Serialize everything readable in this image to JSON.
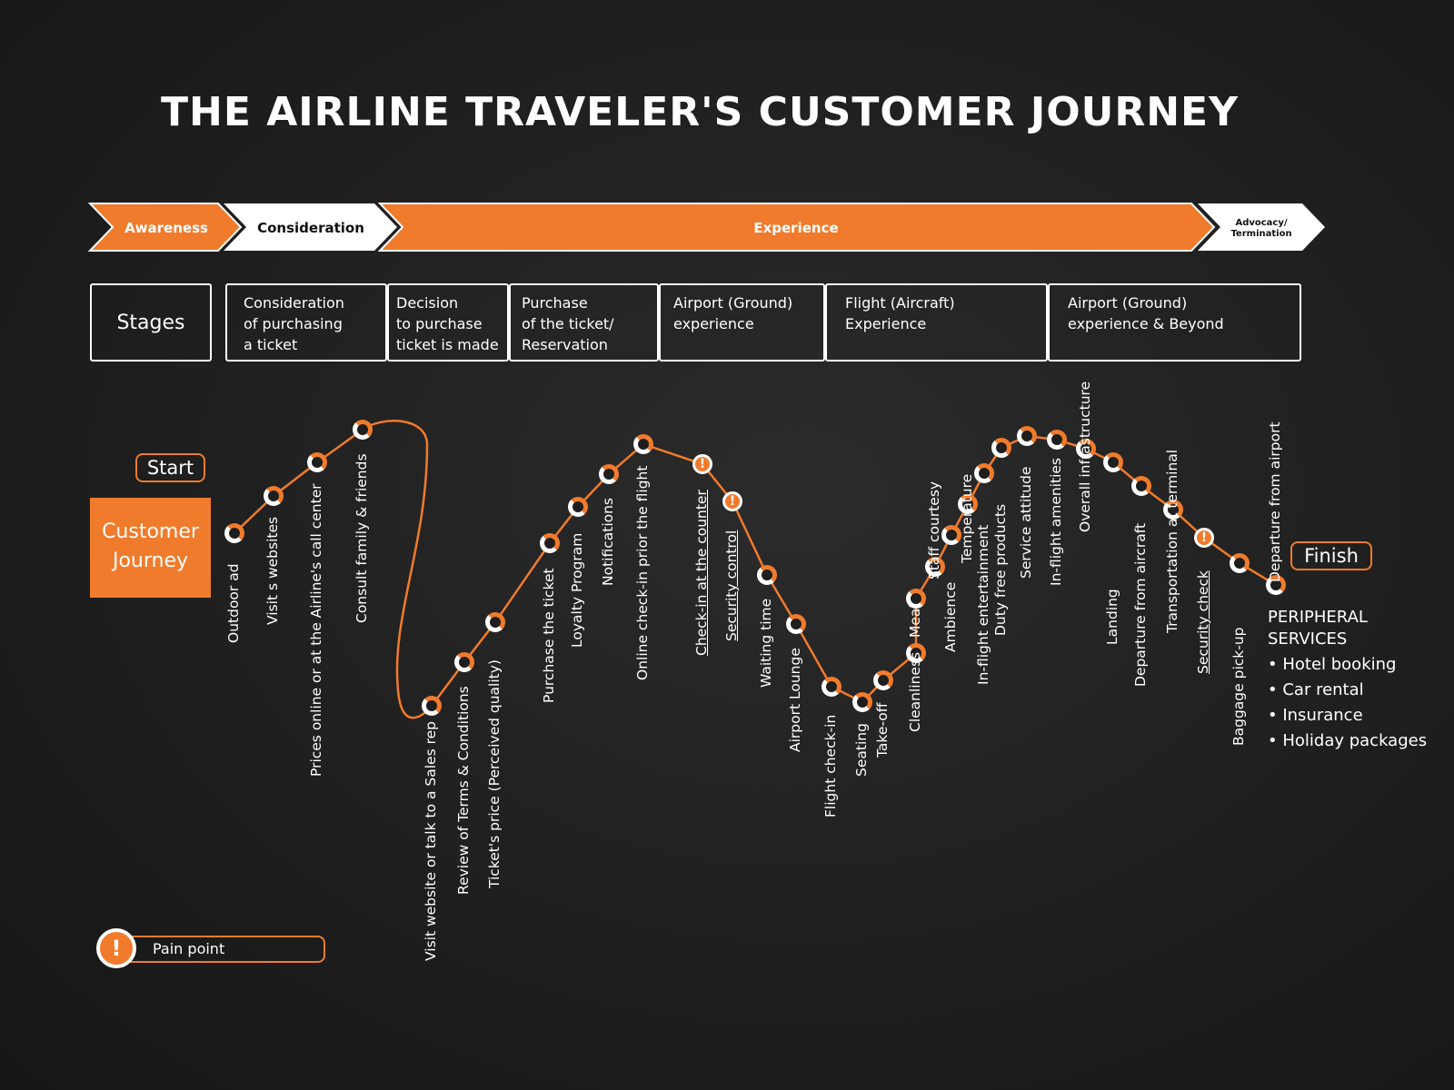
{
  "title": "THE AIRLINE TRAVELER'S CUSTOMER JOURNEY",
  "colors": {
    "accent": "#f07b2c",
    "background": "#1f1f1f",
    "text": "#ffffff"
  },
  "phases": {
    "awareness": "Awareness",
    "consideration": "Consideration",
    "experience": "Experience",
    "advocacy_line1": "Advocacy/",
    "advocacy_line2": "Termination"
  },
  "stages": {
    "label": "Stages",
    "s1": "Consideration\nof purchasing\na ticket",
    "s2": "Decision\nto purchase\nticket is made",
    "s3": "Purchase\nof the ticket/\nReservation",
    "s4": "Airport (Ground)\nexperience",
    "s5": "Flight (Aircraft)\nExperience",
    "s6": "Airport (Ground)\nexperience & Beyond"
  },
  "start_label": "Start",
  "finish_label": "Finish",
  "customer_journey_label": "Customer\nJourney",
  "touchpoints": [
    {
      "label": "Outdoor ad",
      "pain": false
    },
    {
      "label": "Visit s websites",
      "pain": false
    },
    {
      "label": "Prices online or at the Airline's call  center",
      "pain": false
    },
    {
      "label": "Consult family & friends",
      "pain": false
    },
    {
      "label": "Visit website or talk to a Sales rep",
      "pain": false
    },
    {
      "label": "Review of Terms & Conditions",
      "pain": false
    },
    {
      "label": "Ticket's price (Perceived quality)",
      "pain": false
    },
    {
      "label": "Purchase the ticket",
      "pain": false
    },
    {
      "label": "Loyalty Program",
      "pain": false
    },
    {
      "label": "Notifications",
      "pain": false
    },
    {
      "label": "Online check-in prior the flight",
      "pain": false
    },
    {
      "label": "Check-in at the counter",
      "pain": true
    },
    {
      "label": "Security control",
      "pain": true
    },
    {
      "label": "Waiting time",
      "pain": false
    },
    {
      "label": "Airport Lounge",
      "pain": false
    },
    {
      "label": "Flight check-in",
      "pain": false
    },
    {
      "label": "Seating",
      "pain": false
    },
    {
      "label": "Take-off",
      "pain": false
    },
    {
      "label": "Meals",
      "pain": false
    },
    {
      "label": "Cleanliness",
      "pain": false
    },
    {
      "label": "Staff courtesy",
      "pain": false
    },
    {
      "label": "Ambience",
      "pain": false
    },
    {
      "label": "Temperature",
      "pain": false
    },
    {
      "label": "In-flight entertainment",
      "pain": false
    },
    {
      "label": "Duty free products",
      "pain": false
    },
    {
      "label": "Service attitude",
      "pain": false
    },
    {
      "label": "In-flight amenities",
      "pain": false
    },
    {
      "label": "Overall infrastructure",
      "pain": false
    },
    {
      "label": "Landing",
      "pain": false
    },
    {
      "label": "Departure from aircraft",
      "pain": false
    },
    {
      "label": "Transportation at terminal",
      "pain": false
    },
    {
      "label": "Security check",
      "pain": true
    },
    {
      "label": "Baggage pick-up",
      "pain": false
    },
    {
      "label": "Departure from airport",
      "pain": false
    }
  ],
  "pain_glyph": "!",
  "peripheral": {
    "title": "PERIPHERAL\nSERVICES",
    "items": [
      "Hotel booking",
      "Car rental",
      "Insurance",
      "Holiday packages"
    ]
  },
  "legend": {
    "label": "Pain point"
  }
}
